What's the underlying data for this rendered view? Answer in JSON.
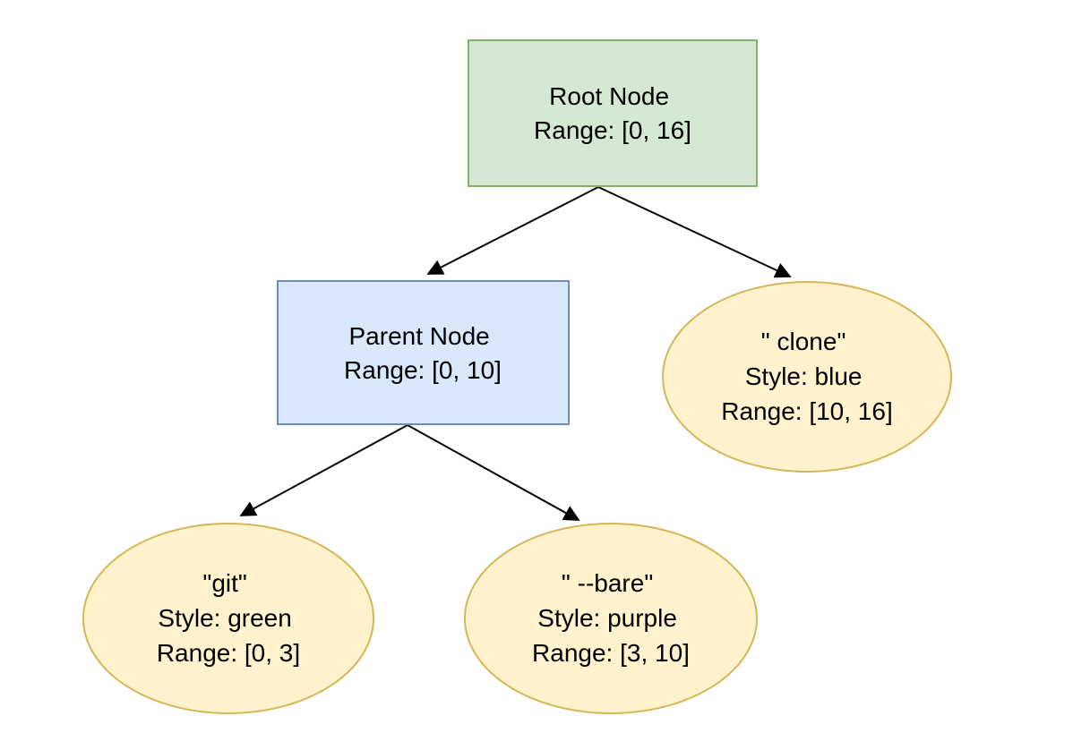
{
  "diagram": {
    "canvas_background": "#ffffff",
    "edge_color": "#000000",
    "nodes": [
      {
        "id": "root",
        "shape": "rect",
        "fill": "#d5e8d4",
        "stroke": "#82b366",
        "lines": [
          "Root Node",
          "Range: [0, 16]"
        ]
      },
      {
        "id": "parent",
        "shape": "rect",
        "fill": "#dae8fc",
        "stroke": "#6c8ebf",
        "lines": [
          "Parent Node",
          "Range: [0, 10]"
        ]
      },
      {
        "id": "clone",
        "shape": "ellipse",
        "fill": "#fff2cc",
        "stroke": "#d6b656",
        "lines": [
          "\" clone\"",
          "Style: blue",
          "Range: [10, 16]"
        ]
      },
      {
        "id": "git",
        "shape": "ellipse",
        "fill": "#fff2cc",
        "stroke": "#d6b656",
        "lines": [
          "\"git\"",
          "Style: green",
          "Range: [0, 3]"
        ]
      },
      {
        "id": "bare",
        "shape": "ellipse",
        "fill": "#fff2cc",
        "stroke": "#d6b656",
        "lines": [
          "\" --bare\"",
          "Style: purple",
          "Range: [3, 10]"
        ]
      }
    ],
    "edges": [
      {
        "from": "root",
        "to": "parent"
      },
      {
        "from": "root",
        "to": "clone"
      },
      {
        "from": "parent",
        "to": "git"
      },
      {
        "from": "parent",
        "to": "bare"
      }
    ]
  }
}
